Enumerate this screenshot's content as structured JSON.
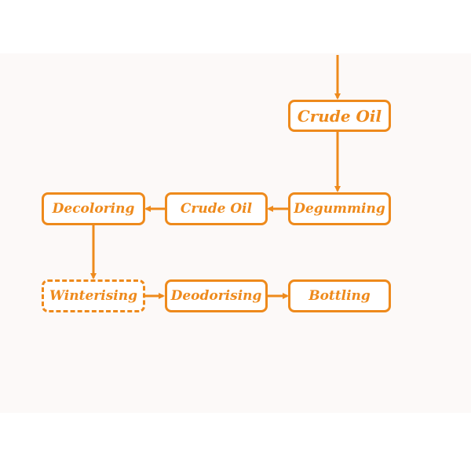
{
  "colors": {
    "accent": "#ee8a1c",
    "panel": "#fcf9f8"
  },
  "nodes": {
    "crude_oil_top": "Crude Oil",
    "degumming": "Degumming",
    "crude_oil_mid": "Crude Oil",
    "decoloring": "Decoloring",
    "winterising": "Winterising",
    "deodorising": "Deodorising",
    "bottling": "Bottling"
  }
}
